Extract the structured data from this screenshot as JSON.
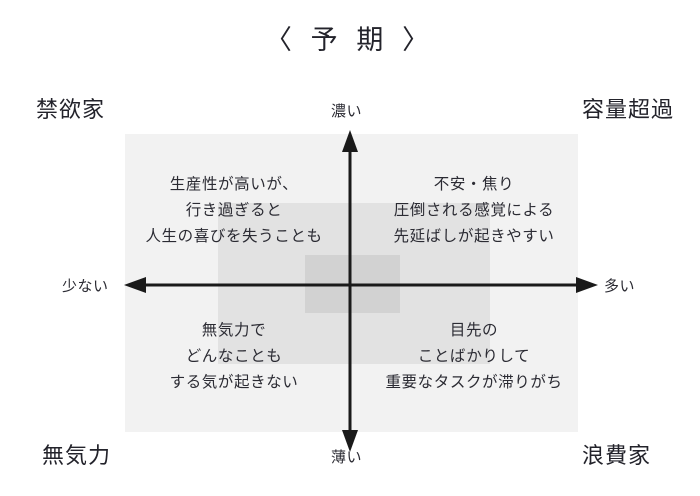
{
  "title": "〈 予 期 〉",
  "axes": {
    "vertical": {
      "top_label": "濃い",
      "bottom_label": "薄い"
    },
    "horizontal": {
      "left_label": "少ない",
      "right_label": "多い"
    },
    "color": "#1a1a1a"
  },
  "corners": {
    "top_left": "禁欲家",
    "top_right": "容量超過",
    "bottom_left": "無気力",
    "bottom_right": "浪費家"
  },
  "quadrants": {
    "top_left": {
      "lines": [
        "生産性が高いが、",
        "行き過ぎると",
        "人生の喜びを失うことも"
      ]
    },
    "top_right": {
      "lines": [
        "不安・焦り",
        "圧倒される感覚による",
        "先延ばしが起きやすい"
      ]
    },
    "bottom_left": {
      "lines": [
        "無気力で",
        "どんなことも",
        "する気が起きない"
      ]
    },
    "bottom_right": {
      "lines": [
        "目先の",
        "ことばかりして",
        "重要なタスクが滞りがち"
      ]
    }
  },
  "shading": {
    "outer_color": "#f2f2f2",
    "mid_color": "#e2e2e2",
    "inner_color": "#d2d2d2"
  }
}
